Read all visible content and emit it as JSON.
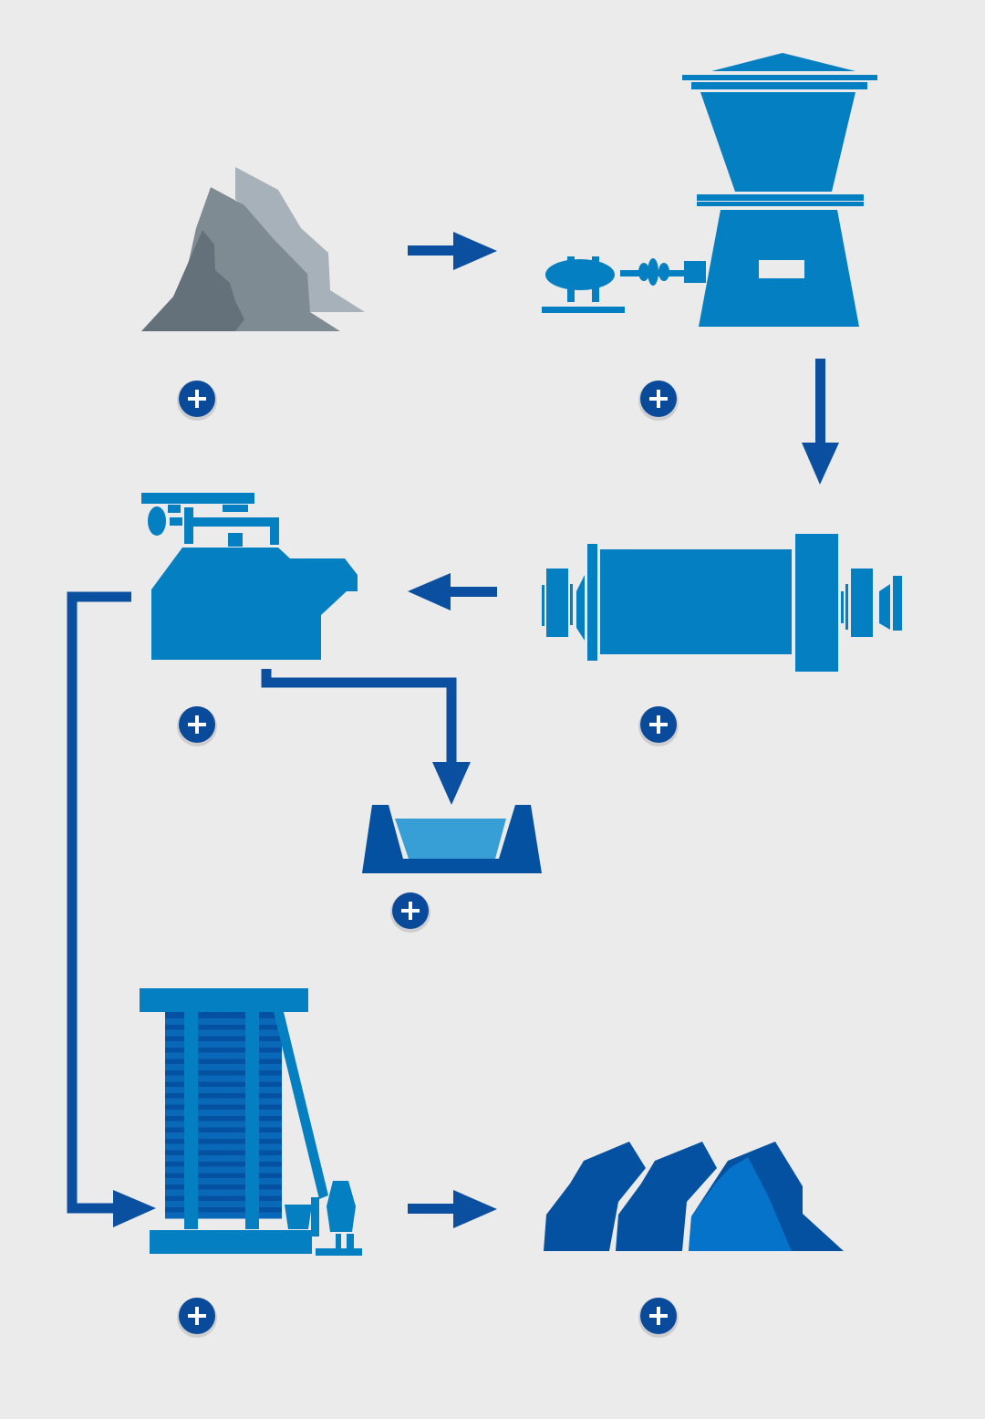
{
  "colors": {
    "background": "#ebebeb",
    "equipment_blue": "#047fc1",
    "arrow_blue": "#0a4fa0",
    "button_blue": "#0a4a9a",
    "ore_dark": "#64717a",
    "ore_mid": "#7f8b93",
    "ore_light": "#a7b1b9",
    "product_dark": "#0451a1",
    "product_light": "#0573c9",
    "water_blue": "#379fd6"
  },
  "flow": {
    "stages": [
      {
        "id": "raw-ore",
        "icon": "raw-ore-icon",
        "button_icon": "plus-icon"
      },
      {
        "id": "crusher",
        "icon": "crusher-icon",
        "button_icon": "plus-icon"
      },
      {
        "id": "ball-mill",
        "icon": "ball-mill-icon",
        "button_icon": "plus-icon"
      },
      {
        "id": "flotation-cell",
        "icon": "flotation-cell-icon",
        "button_icon": "plus-icon"
      },
      {
        "id": "tailings-pond",
        "icon": "tailings-pond-icon",
        "button_icon": "plus-icon"
      },
      {
        "id": "filter-press",
        "icon": "filter-press-icon",
        "button_icon": "plus-icon"
      },
      {
        "id": "concentrate",
        "icon": "concentrate-icon",
        "button_icon": "plus-icon"
      }
    ],
    "arrows": [
      {
        "from": "raw-ore",
        "to": "crusher",
        "icon": "arrow-right-icon"
      },
      {
        "from": "crusher",
        "to": "ball-mill",
        "icon": "arrow-down-icon"
      },
      {
        "from": "ball-mill",
        "to": "flotation-cell",
        "icon": "arrow-left-icon"
      },
      {
        "from": "flotation-cell",
        "to": "tailings-pond",
        "icon": "elbow-arrow-icon"
      },
      {
        "from": "flotation-cell",
        "to": "filter-press",
        "icon": "elbow-arrow-icon"
      },
      {
        "from": "filter-press",
        "to": "concentrate",
        "icon": "arrow-right-icon"
      }
    ]
  }
}
